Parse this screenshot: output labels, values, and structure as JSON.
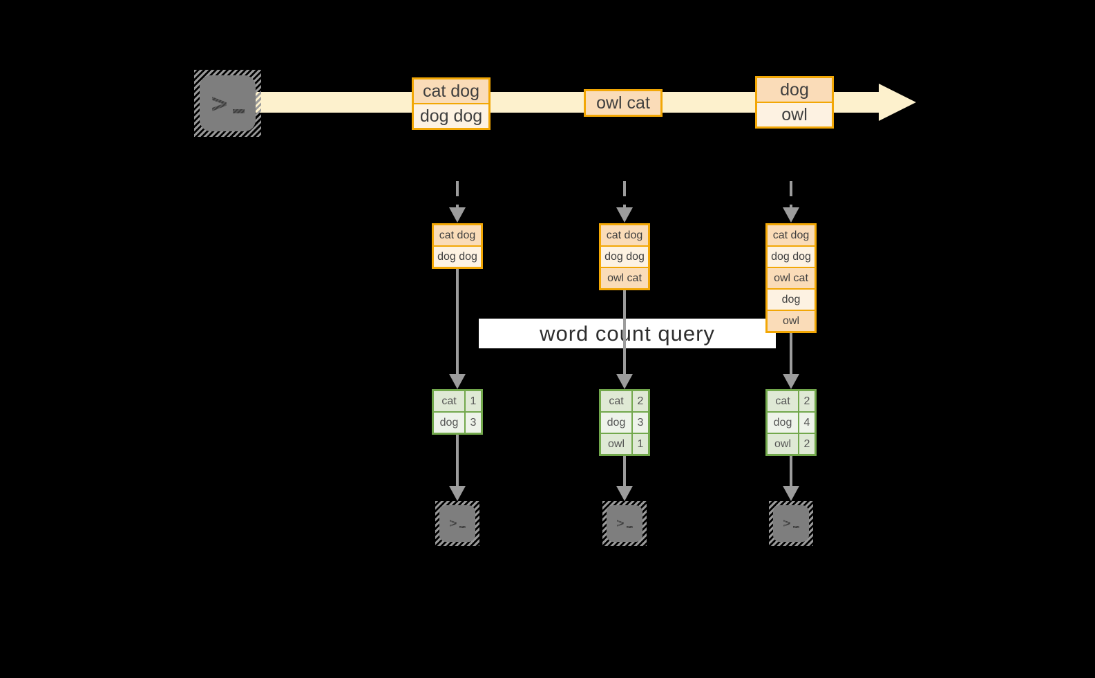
{
  "diagram": {
    "title_hint": "streaming word count over an unbounded input stream",
    "banner": {
      "label": "word count query"
    },
    "stream": {
      "boxes": [
        {
          "rows": [
            "cat dog",
            "dog dog"
          ]
        },
        {
          "rows": [
            "owl cat"
          ]
        },
        {
          "rows": [
            "dog",
            "owl"
          ]
        }
      ]
    },
    "stacks": [
      {
        "rows": [
          "cat dog",
          "dog dog"
        ]
      },
      {
        "rows": [
          "cat dog",
          "dog dog",
          "owl cat"
        ]
      },
      {
        "rows": [
          "cat dog",
          "dog dog",
          "owl cat",
          "dog",
          "owl"
        ]
      }
    ],
    "result_tables": [
      {
        "rows": [
          {
            "word": "cat",
            "count": "1"
          },
          {
            "word": "dog",
            "count": "3"
          }
        ]
      },
      {
        "rows": [
          {
            "word": "cat",
            "count": "2"
          },
          {
            "word": "dog",
            "count": "3"
          },
          {
            "word": "owl",
            "count": "1"
          }
        ]
      },
      {
        "rows": [
          {
            "word": "cat",
            "count": "2"
          },
          {
            "word": "dog",
            "count": "4"
          },
          {
            "word": "owl",
            "count": "2"
          }
        ]
      }
    ],
    "icons": {
      "terminal_prompt_char": ">"
    },
    "colors": {
      "background": "#000000",
      "stream_band": "#FDF1CD",
      "orange_border": "#F2A705",
      "peach_fill": "#FADCB8",
      "cream_fill": "#FDF2E2",
      "green_border": "#72A84C",
      "green_row_dark": "#DFE9D5",
      "green_row_light": "#EEF3EA",
      "arrow_gray": "#9C9C9C",
      "terminal_gray": "#7E7E7E",
      "banner_bg": "#FFFFFF",
      "text_dark": "#3F3F3F"
    }
  }
}
